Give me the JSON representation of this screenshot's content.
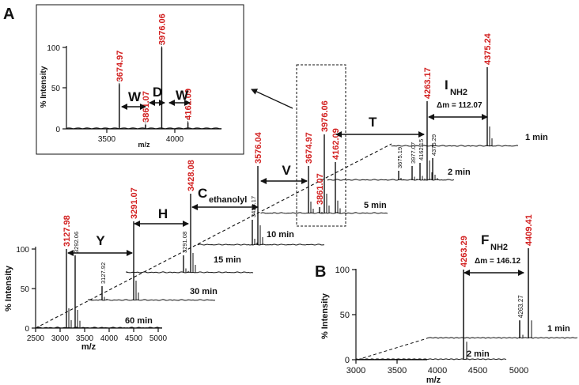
{
  "panel_labels": {
    "a": "A",
    "b": "B"
  },
  "chart_data": [
    {
      "type": "line",
      "panel": "A",
      "xlabel": "m/z",
      "ylabel": "% Intensity",
      "xticks": [
        "2500",
        "3000",
        "3500",
        "4000",
        "4500",
        "5000"
      ],
      "yticks": [
        "0",
        "50",
        "100"
      ],
      "xlim": [
        2500,
        5000
      ],
      "ylim": [
        0,
        100
      ],
      "series": [
        {
          "name": "60 min",
          "peaks": [
            {
              "mz": 3127.98,
              "intensity": 100,
              "label": "3127.98",
              "color": "red"
            },
            {
              "mz": 3292.06,
              "intensity": 92,
              "label": "3292.06",
              "color": "black"
            }
          ]
        },
        {
          "name": "30 min",
          "peaks": [
            {
              "mz": 3127.92,
              "intensity": 18,
              "label": "3127.92",
              "color": "black"
            },
            {
              "mz": 3291.07,
              "intensity": 100,
              "label": "3291.07",
              "color": "red"
            }
          ]
        },
        {
          "name": "15 min",
          "peaks": [
            {
              "mz": 3291.08,
              "intensity": 22,
              "label": "3291.08",
              "color": "black"
            },
            {
              "mz": 3428.08,
              "intensity": 100,
              "label": "3428.08",
              "color": "red"
            }
          ]
        },
        {
          "name": "10 min",
          "peaks": [
            {
              "mz": 3428.17,
              "intensity": 32,
              "label": "3428.17",
              "color": "black"
            },
            {
              "mz": 3576.04,
              "intensity": 100,
              "label": "3576.04",
              "color": "red"
            }
          ]
        },
        {
          "name": "5 min",
          "peaks": [
            {
              "mz": 3674.97,
              "intensity": 60,
              "label": "3674.97",
              "color": "red"
            },
            {
              "mz": 3861.07,
              "intensity": 8,
              "label": "3861.07",
              "color": "red"
            },
            {
              "mz": 3976.06,
              "intensity": 100,
              "label": "3976.06",
              "color": "red"
            },
            {
              "mz": 4162.09,
              "intensity": 65,
              "label": "4162.09",
              "color": "red"
            }
          ]
        },
        {
          "name": "2 min",
          "peaks": [
            {
              "mz": 3675.19,
              "intensity": 12,
              "label": "3675.19",
              "color": "black"
            },
            {
              "mz": 3977.07,
              "intensity": 18,
              "label": "3977.07",
              "color": "black"
            },
            {
              "mz": 4162.15,
              "intensity": 22,
              "label": "4162.15",
              "color": "black"
            },
            {
              "mz": 4263.17,
              "intensity": 100,
              "label": "4263.17",
              "color": "red"
            },
            {
              "mz": 4375.29,
              "intensity": 28,
              "label": "4375.29",
              "color": "black"
            }
          ]
        },
        {
          "name": "1 min",
          "peaks": [
            {
              "mz": 4375.24,
              "intensity": 100,
              "label": "4375.24",
              "color": "red"
            }
          ]
        }
      ],
      "residue_labels": [
        {
          "text": "Y",
          "between": [
            "3127.98",
            "3291.07"
          ]
        },
        {
          "text": "H",
          "between": [
            "3291.07",
            "3428.08"
          ]
        },
        {
          "text": "C",
          "subscript": "ethanolyl",
          "between": [
            "3428.08",
            "3576.04"
          ]
        },
        {
          "text": "V",
          "between": [
            "3576.04",
            "3674.97"
          ]
        },
        {
          "text": "T",
          "between": [
            "4162.09",
            "4263.17"
          ]
        },
        {
          "text": "I",
          "subscript": "NH2",
          "between": [
            "4263.17",
            "4375.24"
          ],
          "delta": "Δm = 112.07"
        }
      ]
    },
    {
      "type": "line",
      "panel": "A-inset",
      "xlabel": "m/z",
      "ylabel": "% Intensity",
      "xticks": [
        "3500",
        "4000"
      ],
      "yticks": [
        "0",
        "50",
        "100"
      ],
      "xlim": [
        3300,
        4400
      ],
      "ylim": [
        0,
        100
      ],
      "peaks": [
        {
          "mz": 3674.97,
          "intensity": 55,
          "label": "3674.97"
        },
        {
          "mz": 3861.07,
          "intensity": 5,
          "label": "3861.07"
        },
        {
          "mz": 3976.06,
          "intensity": 100,
          "label": "3976.06"
        },
        {
          "mz": 4162.09,
          "intensity": 8,
          "label": "4162.09"
        }
      ],
      "residue_labels": [
        {
          "text": "W",
          "between": [
            "3674.97",
            "3861.07"
          ]
        },
        {
          "text": "D",
          "between": [
            "3861.07",
            "3976.06"
          ]
        },
        {
          "text": "W",
          "between": [
            "3976.06",
            "4162.09"
          ]
        }
      ]
    },
    {
      "type": "line",
      "panel": "B",
      "xlabel": "m/z",
      "ylabel": "% Intensity",
      "xticks": [
        "3000",
        "3500",
        "4000",
        "4500",
        "5000"
      ],
      "yticks": [
        "0",
        "50",
        "100"
      ],
      "xlim": [
        3000,
        5200
      ],
      "ylim": [
        0,
        100
      ],
      "series": [
        {
          "name": "2 min",
          "peaks": [
            {
              "mz": 4263.29,
              "intensity": 100,
              "label": "4263.29",
              "color": "red"
            }
          ]
        },
        {
          "name": "1 min",
          "peaks": [
            {
              "mz": 4263.27,
              "intensity": 20,
              "label": "4263.27",
              "color": "black"
            },
            {
              "mz": 4409.41,
              "intensity": 100,
              "label": "4409.41",
              "color": "red"
            }
          ]
        }
      ],
      "residue_labels": [
        {
          "text": "F",
          "subscript": "NH2",
          "between": [
            "4263.29",
            "4409.41"
          ],
          "delta": "Δm = 146.12"
        }
      ]
    }
  ]
}
